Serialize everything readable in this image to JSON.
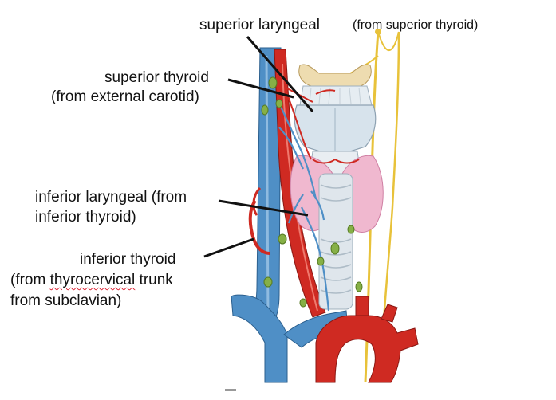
{
  "labels": {
    "superior_laryngeal": "superior laryngeal",
    "from_superior_thyroid": "(from superior thyroid)",
    "superior_thyroid_line1": "superior thyroid",
    "superior_thyroid_line2": "(from external carotid)",
    "inferior_laryngeal_line1": "inferior laryngeal (from",
    "inferior_laryngeal_line2": "inferior thyroid)",
    "inferior_thyroid_line1": "inferior thyroid",
    "inferior_thyroid_line2_prefix": "(from ",
    "inferior_thyroid_line2_underlined": "thyrocervical",
    "inferior_thyroid_line2_suffix": " trunk",
    "inferior_thyroid_line3": "from subclavian)"
  },
  "colors": {
    "artery": "#cf2a22",
    "vein": "#4f8fc6",
    "nerve": "#e8c23a",
    "thyroid_gland": "#f0b8cf",
    "cartilage": "#d7e3ec",
    "lymph_node": "#86b046",
    "hyoid": "#eedcb0",
    "pointer": "#111111"
  }
}
